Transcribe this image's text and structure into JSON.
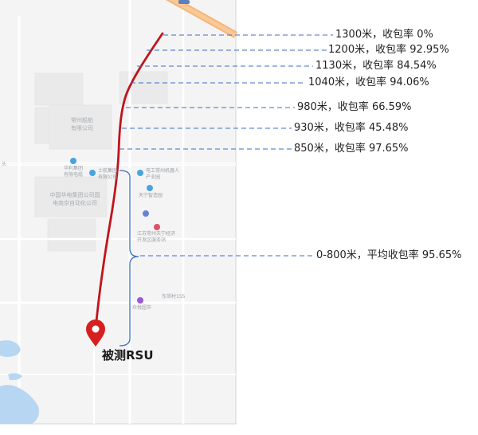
{
  "map": {
    "rsu_label": "被测RSU",
    "areas": [
      "常州船舶\n有限公司",
      "中国华电集团公司国\n电南京自动化公司"
    ],
    "pois": [
      "华利集团\n有限电缆",
      "士航集团\n有限公司",
      "电工常州机器人\n产业园",
      "天宁智造园",
      "江苏常州天宁经济\n开发区服务站",
      "东郊村155",
      "众悦超市",
      "头"
    ],
    "colors": {
      "route": "#c0141c",
      "brace": "#3a6fc4",
      "leader": "#3a6fc4",
      "highway": "#f5b77a",
      "water": "#b7d6f2",
      "pin": "#d61f1f"
    }
  },
  "measurements": [
    {
      "label": "1300米，收包率 0%"
    },
    {
      "label": "1200米，收包率 92.95%"
    },
    {
      "label": "1130米，收包率 84.54%"
    },
    {
      "label": "1040米，收包率 94.06%"
    },
    {
      "label": "980米，收包率 66.59%"
    },
    {
      "label": "930米，收包率 45.48%"
    },
    {
      "label": "850米，收包率 97.65%"
    },
    {
      "label": "0-800米，平均收包率 95.65%"
    }
  ]
}
